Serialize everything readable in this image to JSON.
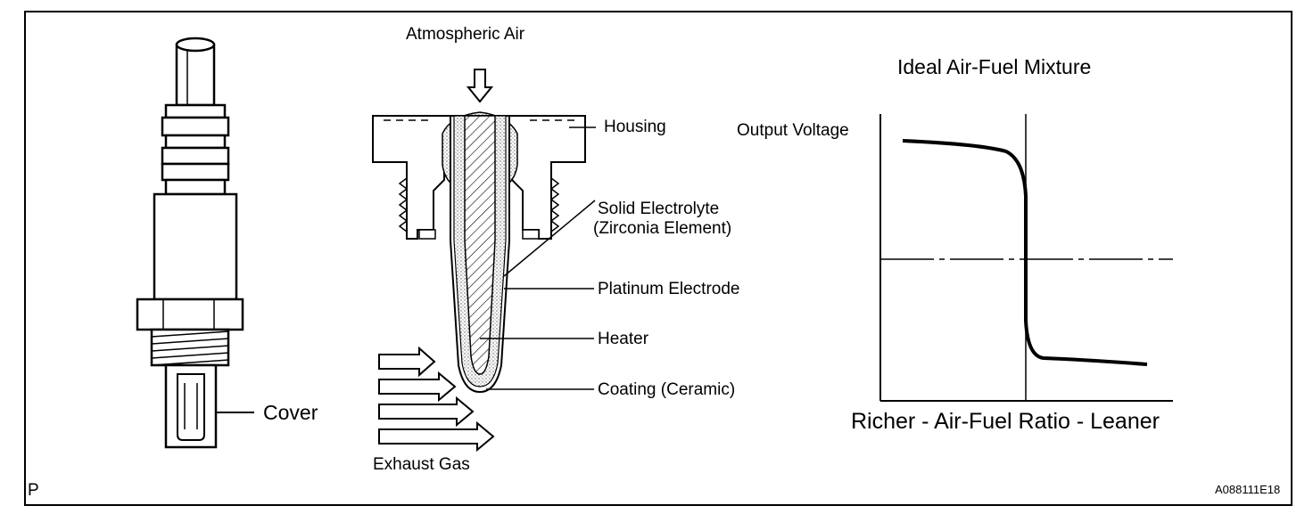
{
  "sensor": {
    "cover_label": "Cover"
  },
  "cross_section": {
    "atmospheric_air_label": "Atmospheric Air",
    "housing_label": "Housing",
    "solid_electrolyte_label": "Solid  Electrolyte",
    "zirconia_label": "(Zirconia Element)",
    "platinum_label": "Platinum Electrode",
    "heater_label": "Heater",
    "coating_label": "Coating (Ceramic)",
    "exhaust_label": "Exhaust Gas"
  },
  "chart_data": {
    "type": "line",
    "title": "Ideal Air-Fuel Mixture",
    "ylabel": "Output Voltage",
    "xlabel": "Richer - Air-Fuel Ratio - Leaner",
    "grid": false,
    "reference_lines": [
      "vertical at ideal mixture",
      "horizontal at mid voltage"
    ]
  },
  "corner_left": "P",
  "figure_code": "A088111E18"
}
